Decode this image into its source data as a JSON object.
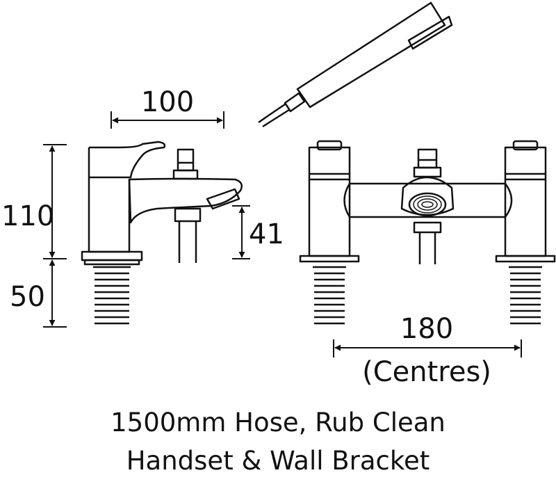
{
  "dimensions": {
    "side_width": "100",
    "height_upper": "110",
    "height_lower": "50",
    "spout_height": "41",
    "centres_value": "180",
    "centres_label": "(Centres)"
  },
  "caption": {
    "line1": "1500mm Hose, Rub Clean",
    "line2": "Handset & Wall Bracket"
  },
  "colors": {
    "line": "#111111",
    "background": "#ffffff"
  }
}
